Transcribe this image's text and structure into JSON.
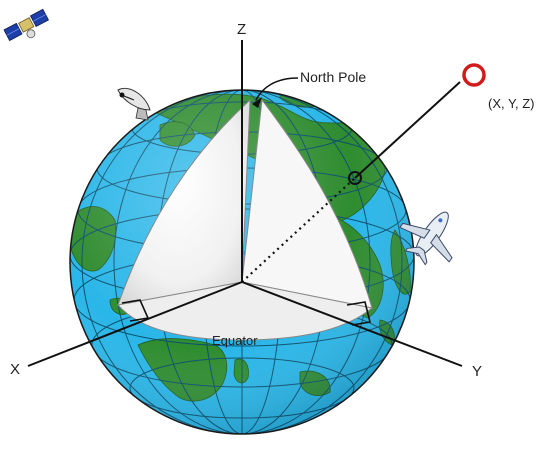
{
  "labels": {
    "axis_z": "Z",
    "axis_x": "X",
    "axis_y": "Y",
    "north_pole": "North Pole",
    "equator": "Equator",
    "point": "(X, Y, Z)"
  },
  "icons": {
    "satellite": "satellite-icon",
    "dish": "satellite-dish-icon",
    "airplane": "airplane-icon"
  },
  "colors": {
    "ocean": "#29b6e8",
    "land": "#2f8c2f",
    "grid": "#0b4f6c",
    "cutaway": "#f4f4f4",
    "axis": "#111111",
    "point_marker": "#d11a1a"
  }
}
